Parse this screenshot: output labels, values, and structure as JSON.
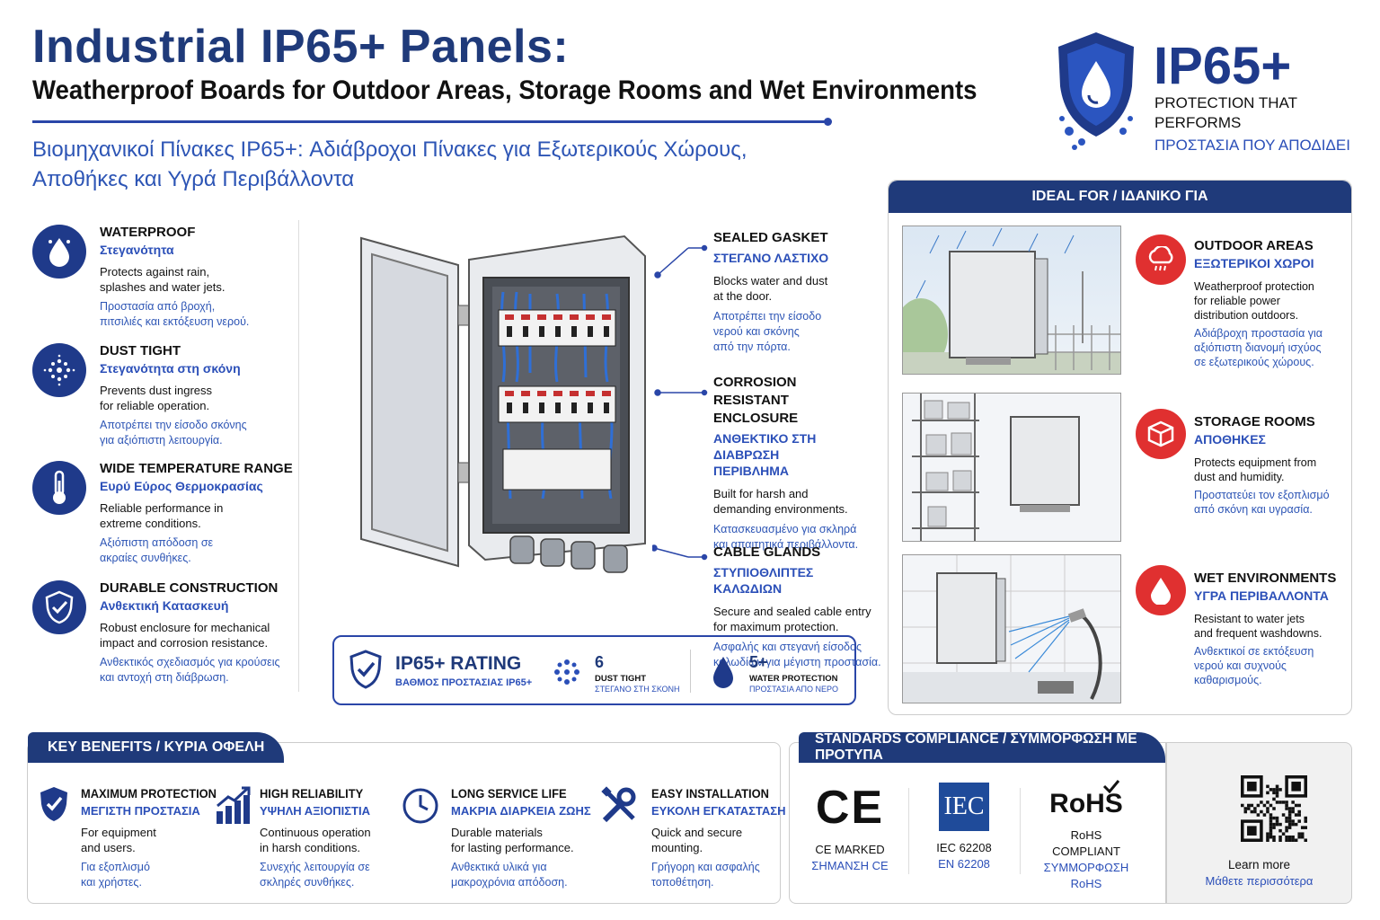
{
  "header": {
    "title": "Industrial IP65+ Panels:",
    "subtitle": "Weatherproof Boards for Outdoor Areas, Storage Rooms and Wet Environments",
    "greek_line1": "Βιομηχανικοί Πίνακες IP65+: Αδιάβροχοι Πίνακες για Εξωτερικούς Χώρους,",
    "greek_line2": "Αποθήκες και Υγρά Περιβάλλοντα"
  },
  "logo": {
    "big": "IP65+",
    "line1": "PROTECTION THAT",
    "line2": "PERFORMS",
    "greek": "ΠΡΟΣΤΑΣΙΑ ΠΟΥ ΑΠΟΔΙΔΕΙ"
  },
  "features": [
    {
      "title": "WATERPROOF",
      "title_gr": "Στεγανότητα",
      "desc1": "Protects against rain,",
      "desc2": "splashes and water jets.",
      "gr1": "Προστασία από βροχή,",
      "gr2": "πιτσιλιές και εκτόξευση νερού."
    },
    {
      "title": "DUST TIGHT",
      "title_gr": "Στεγανότητα στη σκόνη",
      "desc1": "Prevents dust ingress",
      "desc2": "for reliable operation.",
      "gr1": "Αποτρέπει την είσοδο σκόνης",
      "gr2": "για αξιόπιστη λειτουργία."
    },
    {
      "title": "WIDE TEMPERATURE RANGE",
      "title_gr": "Ευρύ Εύρος Θερμοκρασίας",
      "desc1": "Reliable performance in",
      "desc2": "extreme conditions.",
      "gr1": "Αξιόπιστη απόδοση σε",
      "gr2": "ακραίες συνθήκες."
    },
    {
      "title": "DURABLE CONSTRUCTION",
      "title_gr": "Ανθεκτική Κατασκευή",
      "desc1": "Robust enclosure for mechanical",
      "desc2": "impact and corrosion resistance.",
      "gr1": "Ανθεκτικός σχεδιασμός για κρούσεις",
      "gr2": "και αντοχή στη διάβρωση."
    }
  ],
  "callouts": [
    {
      "title1": "SEALED GASKET",
      "title2": "",
      "gr1": "ΣΤΕΓΑΝΟ ΛΑΣΤΙΧΟ",
      "gr2": "",
      "d1": "Blocks water and dust",
      "d2": "at the door.",
      "g1": "Αποτρέπει την είσοδο",
      "g2": "νερού και σκόνης",
      "g3": "από την πόρτα."
    },
    {
      "title1": "CORROSION RESISTANT",
      "title2": "ENCLOSURE",
      "gr1": "ΑΝΘΕΚΤΙΚΟ ΣΤΗ ΔΙΑΒΡΩΣΗ",
      "gr2": "ΠΕΡΙΒΛΗΜΑ",
      "d1": "Built for harsh and",
      "d2": "demanding environments.",
      "g1": "Κατασκευασμένο για σκληρά",
      "g2": "και απαιτητικά περιβάλλοντα.",
      "g3": ""
    },
    {
      "title1": "CABLE GLANDS",
      "title2": "",
      "gr1": "ΣΤΥΠΙΟΘΛΙΠΤΕΣ ΚΑΛΩΔΙΩΝ",
      "gr2": "",
      "d1": "Secure and sealed cable entry",
      "d2": "for maximum protection.",
      "g1": "Ασφαλής και στεγανή είσοδος",
      "g2": "καλωδίων για μέγιστη προστασία.",
      "g3": ""
    }
  ],
  "rating": {
    "title": "IP65+ RATING",
    "title_gr": "ΒΑΘΜΟΣ ΠΡΟΣΤΑΣΙΑΣ IP65+",
    "dust_num": "6",
    "dust_label": "DUST TIGHT",
    "dust_gr": "ΣΤΕΓΑΝΟ ΣΤΗ ΣΚΟΝΗ",
    "water_num": "5+",
    "water_label": "WATER PROTECTION",
    "water_gr": "ΠΡΟΣΤΑΣΙΑ ΑΠΟ ΝΕΡΟ"
  },
  "ideal": {
    "header": "IDEAL FOR / ΙΔΑΝΙΚΟ ΓΙΑ",
    "items": [
      {
        "title": "OUTDOOR AREAS",
        "title_gr": "ΕΞΩΤΕΡΙΚΟΙ ΧΩΡΟΙ",
        "d1": "Weatherproof protection",
        "d2": "for reliable power",
        "d3": "distribution outdoors.",
        "g1": "Αδιάβροχη προστασία για",
        "g2": "αξιόπιστη διανομή ισχύος",
        "g3": "σε εξωτερικούς χώρους."
      },
      {
        "title": "STORAGE ROOMS",
        "title_gr": "ΑΠΟΘΗΚΕΣ",
        "d1": "Protects equipment from",
        "d2": "dust and humidity.",
        "d3": "",
        "g1": "Προστατεύει τον εξοπλισμό",
        "g2": "από σκόνη και υγρασία.",
        "g3": ""
      },
      {
        "title": "WET ENVIRONMENTS",
        "title_gr": "ΥΓΡΑ ΠΕΡΙΒΑΛΛΟΝΤΑ",
        "d1": "Resistant to water jets",
        "d2": "and frequent washdowns.",
        "d3": "",
        "g1": "Ανθεκτικοί σε εκτόξευση",
        "g2": "νερού και συχνούς",
        "g3": "καθαρισμούς."
      }
    ]
  },
  "benefits": {
    "header": "KEY BENEFITS / ΚΥΡΙΑ ΟΦΕΛΗ",
    "items": [
      {
        "title": "MAXIMUM PROTECTION",
        "title_gr": "ΜΕΓΙΣΤΗ ΠΡΟΣΤΑΣΙΑ",
        "d1": "For equipment",
        "d2": "and users.",
        "g1": "Για εξοπλισμό",
        "g2": "και χρήστες."
      },
      {
        "title": "HIGH RELIABILITY",
        "title_gr": "ΥΨΗΛΗ ΑΞΙΟΠΙΣΤΙΑ",
        "d1": "Continuous operation",
        "d2": "in harsh conditions.",
        "g1": "Συνεχής λειτουργία σε",
        "g2": "σκληρές συνθήκες."
      },
      {
        "title": "LONG SERVICE LIFE",
        "title_gr": "ΜΑΚΡΙΑ ΔΙΑΡΚΕΙΑ ΖΩΗΣ",
        "d1": "Durable materials",
        "d2": "for lasting performance.",
        "g1": "Ανθεκτικά υλικά για",
        "g2": "μακροχρόνια απόδοση."
      },
      {
        "title": "EASY INSTALLATION",
        "title_gr": "ΕΥΚΟΛΗ ΕΓΚΑΤΑΣΤΑΣΗ",
        "d1": "Quick and secure",
        "d2": "mounting.",
        "g1": "Γρήγορη και ασφαλής",
        "g2": "τοποθέτηση."
      }
    ]
  },
  "standards": {
    "header": "STANDARDS COMPLIANCE / ΣΥΜΜΟΡΦΩΣΗ ΜΕ ΠΡΟΤΥΠΑ",
    "ce_mark": "CE",
    "ce_label": "CE MARKED",
    "ce_gr": "ΣΗΜΑΝΣΗ CE",
    "iec_mark": "IEC",
    "iec_label": "IEC 62208",
    "iec_label2": "EN 62208",
    "rohs_mark": "RoHS",
    "rohs_label1": "RoHS",
    "rohs_label2": "COMPLIANT",
    "rohs_gr1": "ΣΥΜΜΟΡΦΩΣΗ",
    "rohs_gr2": "RoHS"
  },
  "qr": {
    "learn": "Learn more",
    "learn_gr": "Μάθετε περισσότερα"
  },
  "colors": {
    "navy": "#1f3a7a",
    "accent_blue": "#2b4fb8",
    "red": "#e03030"
  }
}
